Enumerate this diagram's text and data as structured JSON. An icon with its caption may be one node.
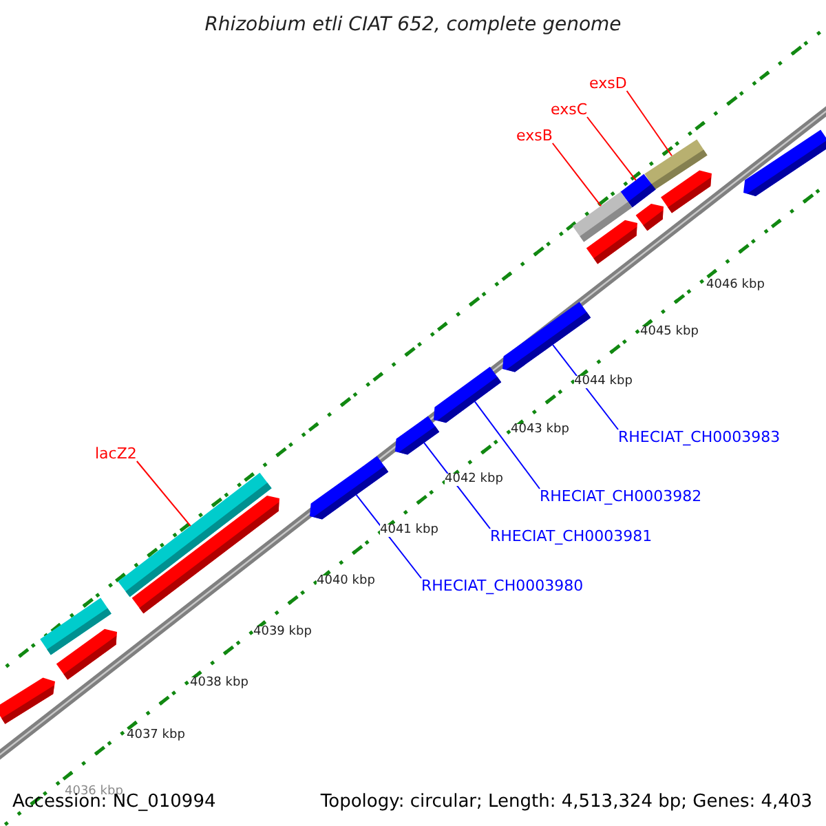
{
  "diagram": {
    "title": "Rhizobium etli CIAT 652, complete genome",
    "nodes": [
      {
        "text": [
          "exsD"
        ]
      },
      {
        "text": [
          "exsC"
        ]
      },
      {
        "text": [
          "exsB"
        ]
      },
      {
        "text": [
          "lacZ2"
        ]
      },
      {
        "text": [
          "RHECIAT_CH0003983"
        ]
      },
      {
        "text": [
          "RHECIAT_CH0003982"
        ]
      },
      {
        "text": [
          "RHECIAT_CH0003981"
        ]
      },
      {
        "text": [
          "RHECIAT_CH0003980"
        ]
      },
      {
        "text": [],
        "shape": "bar"
      },
      {
        "text": [],
        "shape": "bar"
      },
      {
        "text": [],
        "shape": "bar"
      },
      {
        "text": [],
        "shape": "bar"
      },
      {
        "text": [],
        "shape": "bar"
      },
      {
        "text": [],
        "shape": "bar"
      },
      {
        "text": [],
        "shape": "bar"
      },
      {
        "text": [],
        "shape": "bar"
      },
      {
        "text": [],
        "shape": "bar"
      },
      {
        "text": [],
        "shape": "bar"
      },
      {
        "text": [],
        "shape": "bar"
      },
      {
        "text": [],
        "shape": "bar"
      },
      {
        "text": [],
        "shape": "bar"
      },
      {
        "text": [],
        "shape": "bar"
      },
      {
        "text": [],
        "shape": "bar"
      },
      {
        "text": [],
        "shape": "bar"
      }
    ],
    "edges": [
      {
        "from": 0,
        "to": 8,
        "arrow": "none"
      },
      {
        "from": 1,
        "to": 9,
        "arrow": "none"
      },
      {
        "from": 2,
        "to": 10,
        "arrow": "none"
      },
      {
        "from": 3,
        "to": 11,
        "arrow": "none"
      },
      {
        "from": 4,
        "to": 12,
        "arrow": "none",
        "color": "#0000ff"
      },
      {
        "from": 5,
        "to": 13,
        "arrow": "none",
        "color": "#0000ff"
      },
      {
        "from": 6,
        "to": 14,
        "arrow": "none",
        "color": "#0000ff"
      },
      {
        "from": 7,
        "to": 15,
        "arrow": "none",
        "color": "#0000ff"
      }
    ],
    "labels": [
      "4046 kbp",
      "4045 kbp",
      "4044 kbp",
      "4043 kbp",
      "4042 kbp",
      "4041 kbp",
      "4040 kbp",
      "4039 kbp",
      "4038 kbp",
      "4037 kbp",
      "4036 kbp",
      "Accession: NC_010994",
      "Topology: circular; Length: 4,513,324 bp; Genes: 4,403"
    ]
  }
}
